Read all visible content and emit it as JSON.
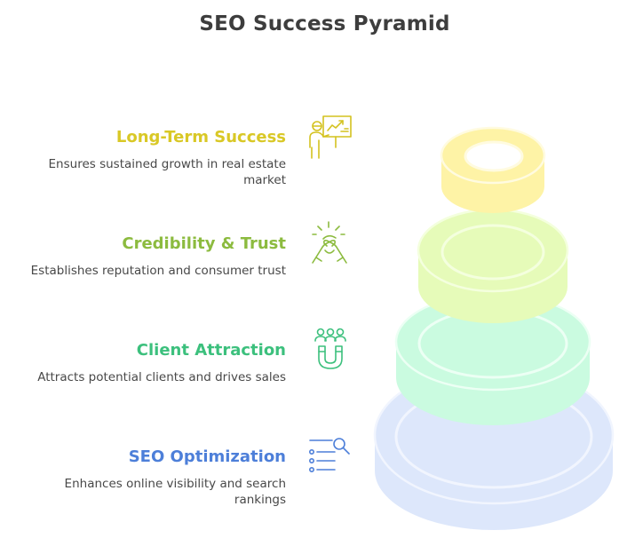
{
  "title": "SEO Success Pyramid",
  "tiers": [
    {
      "title": "Long-Term Success",
      "description": "Ensures sustained growth in real estate market",
      "color": "#d9c826",
      "ring_color": "#fef3a6",
      "ring_stroke": "#fffbe0",
      "icon": "presentation-chart-icon"
    },
    {
      "title": "Credibility & Trust",
      "description": "Establishes reputation and consumer trust",
      "color": "#8cbb3f",
      "ring_color": "#e6fbb9",
      "ring_stroke": "#f4ffde",
      "icon": "handshake-icon"
    },
    {
      "title": "Client Attraction",
      "description": "Attracts potential clients and drives sales",
      "color": "#3cc07d",
      "ring_color": "#cafbe0",
      "ring_stroke": "#ecfff4",
      "icon": "people-magnet-icon"
    },
    {
      "title": "SEO Optimization",
      "description": "Enhances online visibility and search rankings",
      "color": "#4d7fd9",
      "ring_color": "#dde7fb",
      "ring_stroke": "#f1f5fe",
      "icon": "search-list-icon"
    }
  ]
}
